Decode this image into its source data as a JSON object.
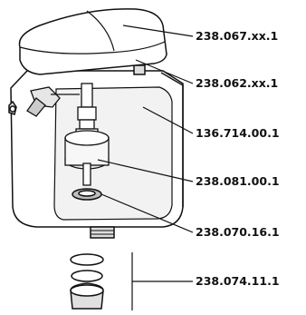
{
  "labels": [
    {
      "id": "lid",
      "text": "238.067.xx.1"
    },
    {
      "id": "cover",
      "text": "238.062.xx.1"
    },
    {
      "id": "tank",
      "text": "136.714.00.1"
    },
    {
      "id": "float-valve",
      "text": "238.081.00.1"
    },
    {
      "id": "seal",
      "text": "238.070.16.1"
    },
    {
      "id": "coupling-set",
      "text": "238.074.11.1"
    }
  ],
  "colors": {
    "line": "#111111",
    "shade": "#d9d9d9",
    "fill": "#ffffff"
  }
}
